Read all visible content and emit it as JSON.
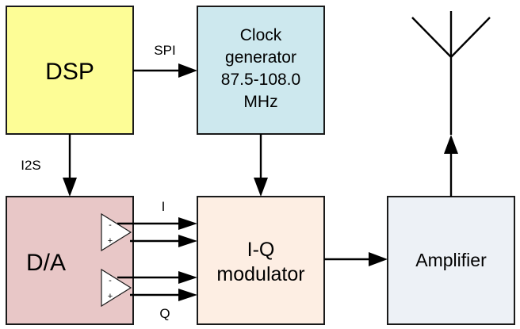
{
  "blocks": {
    "dsp": {
      "label": "DSP",
      "color": "#fdfd96"
    },
    "clock": {
      "lines": [
        "Clock",
        "generator",
        "87.5-108.0",
        "MHz"
      ],
      "color": "#cde8ee"
    },
    "da": {
      "label": "D/A",
      "color": "#e8c7c7"
    },
    "iq": {
      "lines": [
        "I-Q",
        "modulator"
      ],
      "color": "#fdeee3"
    },
    "amp": {
      "label": "Amplifier",
      "color": "#edf1f6"
    }
  },
  "signals": {
    "spi": "SPI",
    "i2s": "I2S",
    "i": "I",
    "q": "Q"
  },
  "opamp": {
    "minus": "-",
    "plus": "+"
  }
}
